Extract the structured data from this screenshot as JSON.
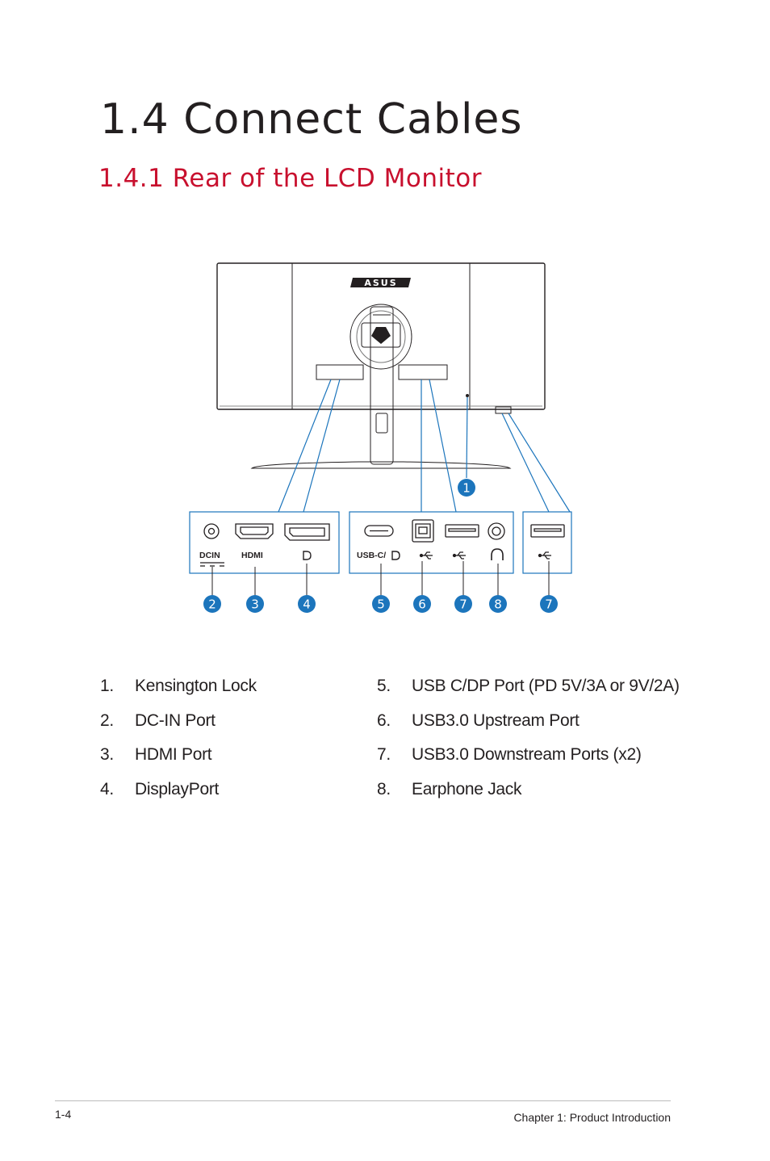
{
  "page": {
    "title": "1.4 Connect Cables",
    "subtitle": "1.4.1 Rear of the LCD Monitor"
  },
  "diagram": {
    "port_labels": {
      "dcin": "DCIN",
      "hdmi": "HDMI",
      "usbc": "USB-C/"
    },
    "callouts": [
      "1",
      "2",
      "3",
      "4",
      "5",
      "6",
      "7",
      "8",
      "7"
    ],
    "accent_color": "#1c75bc"
  },
  "legend": {
    "left": [
      {
        "num": "1.",
        "text": "Kensington Lock"
      },
      {
        "num": "2.",
        "text": "DC-IN Port"
      },
      {
        "num": "3.",
        "text": "HDMI Port"
      },
      {
        "num": "4.",
        "text": "DisplayPort"
      }
    ],
    "right": [
      {
        "num": "5.",
        "text": "USB C/DP Port (PD 5V/3A or 9V/2A)"
      },
      {
        "num": "6.",
        "text": "USB3.0 Upstream Port"
      },
      {
        "num": "7.",
        "text": "USB3.0 Downstream Ports (x2)"
      },
      {
        "num": "8.",
        "text": "Earphone Jack"
      }
    ]
  },
  "footer": {
    "page_number": "1-4",
    "chapter": "Chapter 1: Product Introduction"
  }
}
